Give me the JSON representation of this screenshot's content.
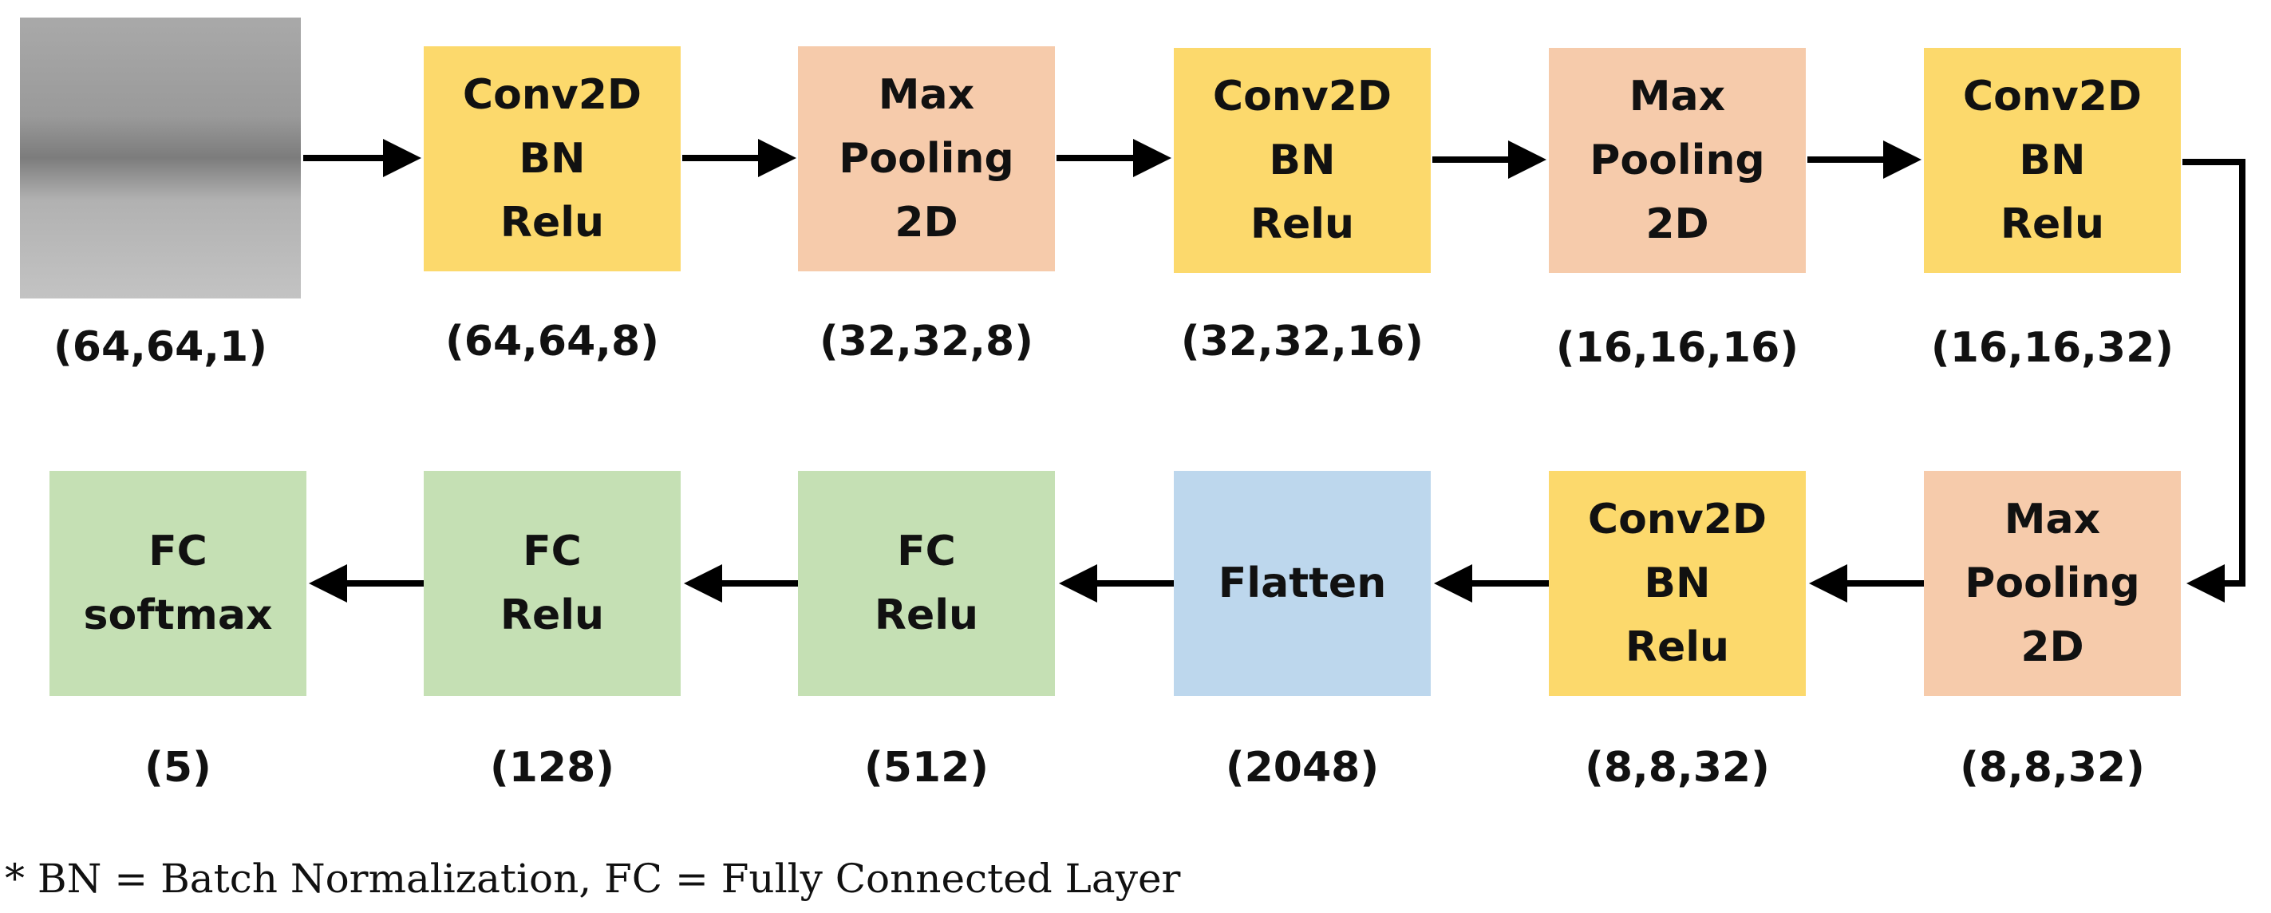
{
  "input": {
    "image_name": "lip-region-image",
    "shape": "(64,64,1)"
  },
  "blocks": [
    {
      "label": "Conv2D\nBN\nRelu",
      "shape": "(64,64,8)",
      "kind": "conv",
      "color": "#fcd96c"
    },
    {
      "label": "Max\nPooling\n2D",
      "shape": "(32,32,8)",
      "kind": "pool",
      "color": "#f6cbab"
    },
    {
      "label": "Conv2D\nBN\nRelu",
      "shape": "(32,32,16)",
      "kind": "conv",
      "color": "#fcd96c"
    },
    {
      "label": "Max\nPooling\n2D",
      "shape": "(16,16,16)",
      "kind": "pool",
      "color": "#f6cbab"
    },
    {
      "label": "Conv2D\nBN\nRelu",
      "shape": "(16,16,32)",
      "kind": "conv",
      "color": "#fcd96c"
    },
    {
      "label": "Max\nPooling\n2D",
      "shape": "(8,8,32)",
      "kind": "pool",
      "color": "#f6cbab"
    },
    {
      "label": "Conv2D\nBN\nRelu",
      "shape": "(8,8,32)",
      "kind": "conv",
      "color": "#fcd96c"
    },
    {
      "label": "Flatten",
      "shape": "(2048)",
      "kind": "flatten",
      "color": "#bdd7ed"
    },
    {
      "label": "FC\nRelu",
      "shape": "(512)",
      "kind": "fc",
      "color": "#c5e0b4"
    },
    {
      "label": "FC\nRelu",
      "shape": "(128)",
      "kind": "fc",
      "color": "#c5e0b4"
    },
    {
      "label": "FC\nsoftmax",
      "shape": "(5)",
      "kind": "fc",
      "color": "#c5e0b4"
    }
  ],
  "footnote": "* BN = Batch Normalization, FC = Fully Connected Layer"
}
